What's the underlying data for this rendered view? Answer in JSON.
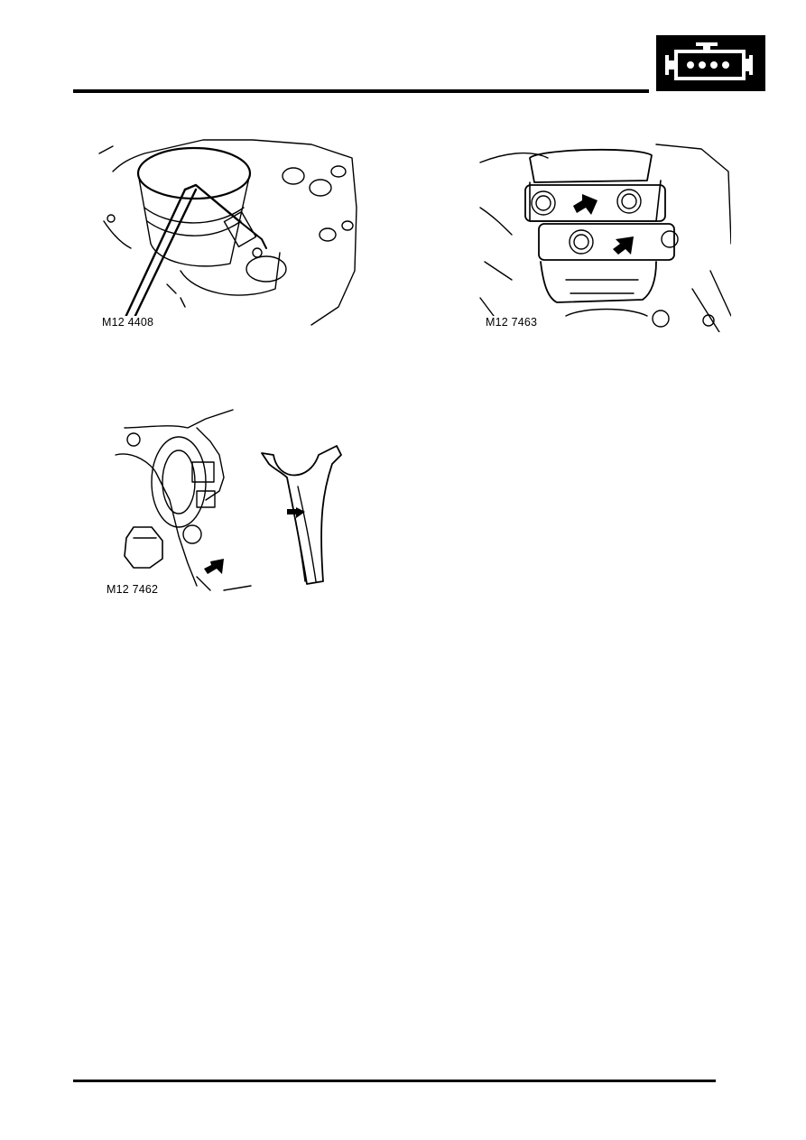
{
  "section_tab": {
    "icon": "engine-icon"
  },
  "figures": [
    {
      "caption": "M12 4408"
    },
    {
      "caption": "M12 7463"
    },
    {
      "caption": "M12 7462"
    }
  ]
}
